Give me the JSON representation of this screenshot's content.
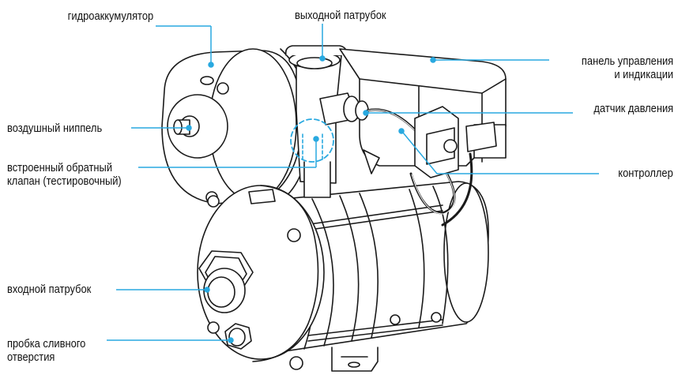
{
  "labels": {
    "accumulator": "гидроаккумулятор",
    "outlet": "выходной патрубок",
    "control_panel_1": "панель управления",
    "control_panel_2": "и индикации",
    "pressure_sensor": "датчик давления",
    "controller": "контроллер",
    "air_nipple": "воздушный ниппель",
    "check_valve_1": "встроенный обратный",
    "check_valve_2": "клапан (тестировочный)",
    "inlet": "входной патрубок",
    "drain_plug_1": "пробка сливного",
    "drain_plug_2": "отверстия"
  },
  "colors": {
    "leader": "#29a9e0",
    "outline": "#1a1a1a",
    "body_fill": "#ffffff",
    "text": "#111111"
  }
}
